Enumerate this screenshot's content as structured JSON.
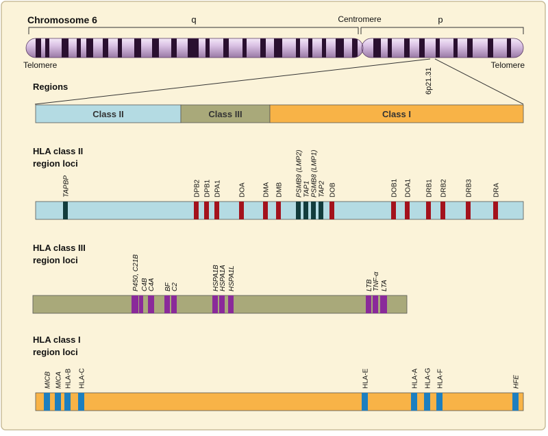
{
  "chromosome": {
    "title": "Chromosome 6",
    "q_label": "q",
    "p_label": "p",
    "centromere_label": "Centromere",
    "telomere_left": "Telomere",
    "telomere_right": "Telomere",
    "band_label": "6p21.31"
  },
  "regions": {
    "title": "Regions",
    "items": [
      {
        "label": "Class II",
        "color": "#b4dbe3"
      },
      {
        "label": "Class III",
        "color": "#a9a97a"
      },
      {
        "label": "Class I",
        "color": "#f8b347"
      }
    ]
  },
  "class2": {
    "title_line1": "HLA class II",
    "title_line2": "region loci",
    "bar_color": "#b4dbe3",
    "loci": [
      {
        "name": "TAPBP",
        "italic": true,
        "color": "#123c3c"
      },
      {
        "name": "DPB2",
        "italic": false,
        "color": "#a3121c"
      },
      {
        "name": "DPB1",
        "italic": false,
        "color": "#a3121c"
      },
      {
        "name": "DPA1",
        "italic": false,
        "color": "#a3121c"
      },
      {
        "name": "DOA",
        "italic": false,
        "color": "#a3121c"
      },
      {
        "name": "DMA",
        "italic": false,
        "color": "#a3121c"
      },
      {
        "name": "DMB",
        "italic": false,
        "color": "#a3121c"
      },
      {
        "name": "PSMB9 (LMP2)",
        "italic": true,
        "color": "#123c3c"
      },
      {
        "name": "TAP1",
        "italic": true,
        "color": "#123c3c"
      },
      {
        "name": "PSMB8 (LMP1)",
        "italic": true,
        "color": "#123c3c"
      },
      {
        "name": "TAP2",
        "italic": true,
        "color": "#123c3c"
      },
      {
        "name": "DOB",
        "italic": false,
        "color": "#a3121c"
      },
      {
        "name": "DOB1",
        "italic": false,
        "color": "#a3121c"
      },
      {
        "name": "DOA1",
        "italic": false,
        "color": "#a3121c"
      },
      {
        "name": "DRB1",
        "italic": false,
        "color": "#a3121c"
      },
      {
        "name": "DRB2",
        "italic": false,
        "color": "#a3121c"
      },
      {
        "name": "DRB3",
        "italic": false,
        "color": "#a3121c"
      },
      {
        "name": "DRA",
        "italic": false,
        "color": "#a3121c"
      }
    ]
  },
  "class3": {
    "title_line1": "HLA class III",
    "title_line2": "region loci",
    "bar_color": "#a9a97a",
    "loci": [
      {
        "name": "P450, C21B",
        "italic": true,
        "color": "#8a2a9a"
      },
      {
        "name": "C4B",
        "italic": true,
        "color": "#8a2a9a"
      },
      {
        "name": "C4A",
        "italic": true,
        "color": "#8a2a9a"
      },
      {
        "name": "BF",
        "italic": true,
        "color": "#8a2a9a"
      },
      {
        "name": "C2",
        "italic": true,
        "color": "#8a2a9a"
      },
      {
        "name": "HSPA1B",
        "italic": true,
        "color": "#8a2a9a"
      },
      {
        "name": "HSPA1A",
        "italic": true,
        "color": "#8a2a9a"
      },
      {
        "name": "HSPA1L",
        "italic": true,
        "color": "#8a2a9a"
      },
      {
        "name": "LTB",
        "italic": true,
        "color": "#8a2a9a"
      },
      {
        "name": "TNF-α",
        "italic": true,
        "color": "#8a2a9a"
      },
      {
        "name": "LTA",
        "italic": true,
        "color": "#8a2a9a"
      }
    ]
  },
  "class1": {
    "title_line1": "HLA class I",
    "title_line2": "region loci",
    "bar_color": "#f8b347",
    "loci": [
      {
        "name": "MICB",
        "italic": true,
        "color": "#1d7fbf"
      },
      {
        "name": "MICA",
        "italic": true,
        "color": "#1d7fbf"
      },
      {
        "name": "HLA-B",
        "italic": false,
        "color": "#1d7fbf"
      },
      {
        "name": "HLA-C",
        "italic": false,
        "color": "#1d7fbf"
      },
      {
        "name": "HLA-E",
        "italic": false,
        "color": "#1d7fbf"
      },
      {
        "name": "HLA-A",
        "italic": false,
        "color": "#1d7fbf"
      },
      {
        "name": "HLA-G",
        "italic": false,
        "color": "#1d7fbf"
      },
      {
        "name": "HLA-F",
        "italic": false,
        "color": "#1d7fbf"
      },
      {
        "name": "HFE",
        "italic": true,
        "color": "#1d7fbf"
      }
    ]
  },
  "colors": {
    "frame_bg": "#fbf3d9",
    "frame_border": "#c9bd9a",
    "chrom_light": "#dcc4e6",
    "chrom_dark": "#2a1030"
  }
}
